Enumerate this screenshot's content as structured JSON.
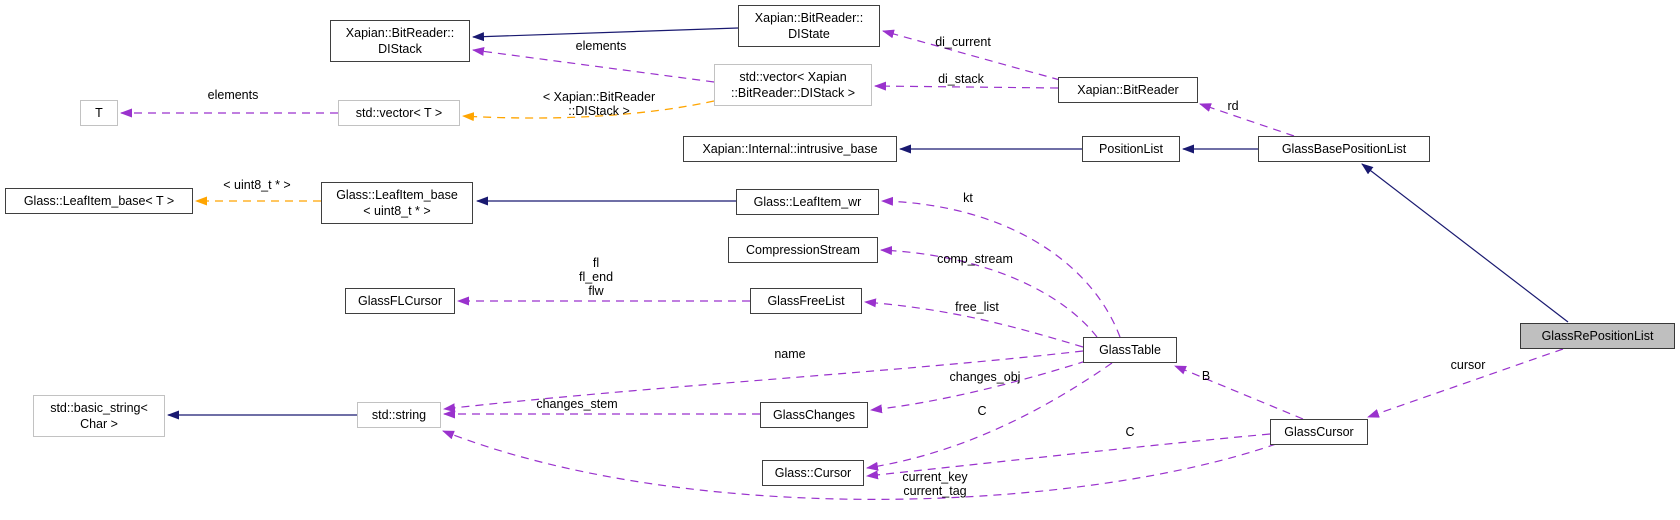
{
  "colors": {
    "inheritance_edge": "#191970",
    "usage_edge": "#9a32cd",
    "template_edge": "#ffa500",
    "node_border": "#3f3f3f",
    "node_border_light": "#c2c2c2",
    "node_fill": "#ffffff",
    "main_node_fill": "#bfbfbf",
    "text": "#000000"
  },
  "nodes": {
    "distack": {
      "line1": "Xapian::BitReader::",
      "line2": "DIStack"
    },
    "distate": {
      "line1": "Xapian::BitReader::",
      "line2": "DIState"
    },
    "t": {
      "label": "T"
    },
    "vector_t": {
      "label": "std::vector< T >"
    },
    "vector_distack": {
      "line1": "std::vector< Xapian",
      "line2": "::BitReader::DIStack >"
    },
    "intrusive_base": {
      "label": "Xapian::Internal::intrusive_base"
    },
    "bitreader": {
      "label": "Xapian::BitReader"
    },
    "positionlist": {
      "label": "PositionList"
    },
    "glassbasepositionlist": {
      "label": "GlassBasePositionList"
    },
    "leafitem_base_t": {
      "label": "Glass::LeafItem_base< T >"
    },
    "leafitem_base_uint8": {
      "line1": "Glass::LeafItem_base",
      "line2": "< uint8_t * >"
    },
    "leafitem_wr": {
      "label": "Glass::LeafItem_wr"
    },
    "compressionstream": {
      "label": "CompressionStream"
    },
    "glassflcursor": {
      "label": "GlassFLCursor"
    },
    "glassfreelist": {
      "label": "GlassFreeList"
    },
    "glasstable": {
      "label": "GlassTable"
    },
    "basic_string": {
      "line1": "std::basic_string<",
      "line2": "Char >"
    },
    "stdstring": {
      "label": "std::string"
    },
    "glasschanges": {
      "label": "GlassChanges"
    },
    "glass_cursor": {
      "label": "Glass::Cursor"
    },
    "glasscursor": {
      "label": "GlassCursor"
    },
    "glassrepositionlist": {
      "label": "GlassRePositionList"
    }
  },
  "edge_labels": {
    "elements_t": "elements",
    "elements_distack": "elements",
    "template_vector": {
      "line1": "< Xapian::BitReader",
      "line2": "::DIStack >"
    },
    "template_uint8": "< uint8_t * >",
    "di_current": "di_current",
    "di_stack": "di_stack",
    "rd": "rd",
    "kt": "kt",
    "comp_stream": "comp_stream",
    "fl_group": {
      "line1": "fl",
      "line2": "fl_end",
      "line3": "flw"
    },
    "free_list": "free_list",
    "name": "name",
    "changes_stem": "changes_stem",
    "changes_obj": "changes_obj",
    "c_table": "C",
    "c_cursor": "C",
    "current_group": {
      "line1": "current_key",
      "line2": "current_tag"
    },
    "b": "B",
    "cursor": "cursor"
  }
}
